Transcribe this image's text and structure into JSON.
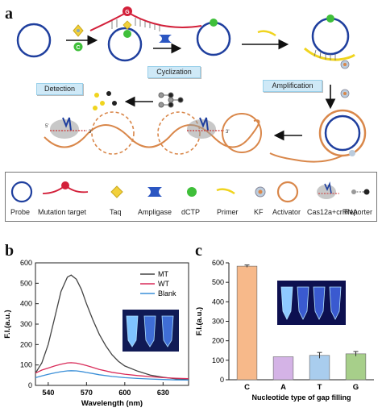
{
  "panel_a": {
    "letter": "a",
    "labels": {
      "cyclization": "Cyclization",
      "amplification": "Amplification",
      "detection": "Detection"
    },
    "legend": [
      {
        "key": "probe",
        "label": "Probe",
        "icon": "circle-probe-icon"
      },
      {
        "key": "mutation",
        "label": "Mutation target",
        "icon": "mutation-target-icon"
      },
      {
        "key": "taq",
        "label": "Taq",
        "icon": "taq-icon"
      },
      {
        "key": "ampligase",
        "label": "Ampligase",
        "icon": "ampligase-icon"
      },
      {
        "key": "dctp",
        "label": "dCTP",
        "icon": "dctp-icon"
      },
      {
        "key": "primer",
        "label": "Primer",
        "icon": "primer-icon"
      },
      {
        "key": "kf",
        "label": "KF",
        "icon": "kf-icon"
      },
      {
        "key": "activator",
        "label": "Activator",
        "icon": "activator-icon"
      },
      {
        "key": "cas12a",
        "label": "Cas12a+crRNA",
        "icon": "cas12a-icon"
      },
      {
        "key": "reporter",
        "label": "Reporter",
        "icon": "reporter-icon"
      }
    ],
    "glyph_c": "C",
    "glyph_g": "G",
    "prime5": "5'",
    "prime3": "3'",
    "colors": {
      "probe": "#1f3f9e",
      "target": "#d3203a",
      "activator": "#d9874a",
      "primer": "#f0d41e",
      "dctp": "#3fbf3a"
    }
  },
  "panel_b": {
    "letter": "b",
    "chart_data": {
      "type": "line",
      "xlabel": "Wavelength (nm)",
      "ylabel": "F.I.(a.u.)",
      "xlim": [
        530,
        650
      ],
      "ylim": [
        0,
        600
      ],
      "xticks": [
        540,
        570,
        600,
        630
      ],
      "yticks": [
        0,
        100,
        200,
        300,
        400,
        500,
        600
      ],
      "legend_position": "top-right",
      "series": [
        {
          "name": "MT",
          "color": "#444444",
          "x": [
            530,
            535,
            540,
            545,
            550,
            555,
            558,
            562,
            566,
            570,
            575,
            580,
            585,
            590,
            595,
            600,
            610,
            620,
            630,
            640,
            650
          ],
          "y": [
            60,
            110,
            200,
            330,
            460,
            530,
            540,
            520,
            470,
            400,
            320,
            250,
            195,
            150,
            118,
            95,
            70,
            50,
            40,
            32,
            28
          ]
        },
        {
          "name": "WT",
          "color": "#d92c5a",
          "x": [
            530,
            535,
            540,
            545,
            550,
            555,
            558,
            562,
            566,
            570,
            575,
            580,
            590,
            600,
            610,
            620,
            630,
            640,
            650
          ],
          "y": [
            60,
            75,
            85,
            95,
            104,
            110,
            111,
            109,
            104,
            97,
            88,
            78,
            64,
            55,
            48,
            43,
            38,
            35,
            33
          ]
        },
        {
          "name": "Blank",
          "color": "#3a8fd8",
          "x": [
            530,
            535,
            540,
            545,
            550,
            555,
            558,
            562,
            566,
            570,
            575,
            580,
            590,
            600,
            610,
            620,
            630,
            640,
            650
          ],
          "y": [
            38,
            46,
            54,
            61,
            67,
            71,
            72,
            71,
            68,
            63,
            58,
            52,
            44,
            38,
            34,
            31,
            29,
            27,
            26
          ]
        }
      ]
    }
  },
  "panel_c": {
    "letter": "c",
    "chart_data": {
      "type": "bar",
      "categories": [
        "C",
        "A",
        "T",
        "G"
      ],
      "values": [
        583,
        118,
        125,
        133
      ],
      "errors": [
        6,
        0,
        15,
        12
      ],
      "colors": [
        "#f7b98a",
        "#d4b3e6",
        "#a9cdee",
        "#a7cf8a"
      ],
      "xlabel": "Nucleotide type of gap filling",
      "ylabel": "F.I.(a.u.)",
      "ylim": [
        0,
        600
      ],
      "yticks": [
        0,
        100,
        200,
        300,
        400,
        500,
        600
      ]
    }
  }
}
